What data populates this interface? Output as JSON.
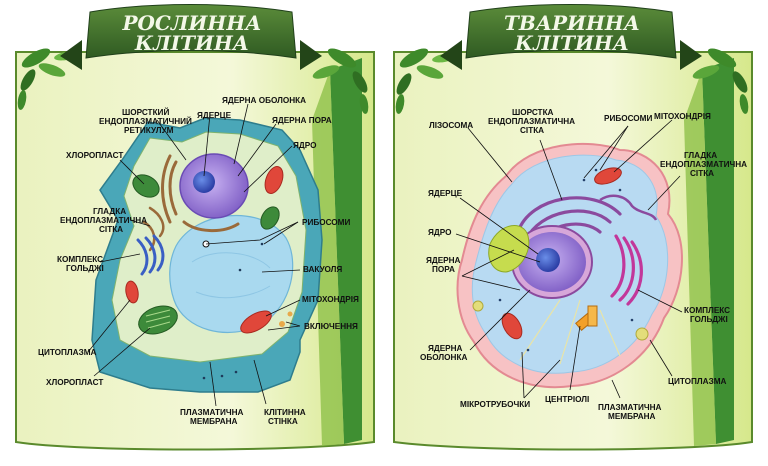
{
  "colors": {
    "board_light": "#f3f7cf",
    "board_mid": "#c9df6e",
    "board_dark_stripe": "#2f7d2a",
    "banner": "#3f6f2c",
    "banner_text": "#f4f8e8",
    "plant_cytoplasm": "#dfeec9",
    "plant_wall": "#4aa7b8",
    "vacuole": "#a9d9ef",
    "nucleus": "#9a7cd8",
    "chloroplast": "#3d8a3a",
    "mitochondria": "#e0473a",
    "animal_cytoplasm": "#b8daf2",
    "animal_membrane": "#f2a0a6",
    "er": "#8b4a9e",
    "golgi": "#c2379a"
  },
  "plant": {
    "title_line1": "РОСЛИННА",
    "title_line2": "КЛІТИНА",
    "labels": {
      "rough_er_1": "ШОРСТКИЙ",
      "rough_er_2": "ЕНДОПЛАЗМАТИЧНИЙ",
      "rough_er_3": "РЕТИКУЛУМ",
      "nucleolus": "ЯДЕРЦЕ",
      "nuclear_envelope": "ЯДЕРНА ОБОЛОНКА",
      "nuclear_pore": "ЯДЕРНА ПОРА",
      "nucleus": "ЯДРО",
      "chloroplast_top": "ХЛОРОПЛАСТ",
      "smooth_er_1": "ГЛАДКА",
      "smooth_er_2": "ЕНДОПЛАЗМАТИЧНА",
      "smooth_er_3": "СІТКА",
      "ribosomes": "РИБОСОМИ",
      "golgi_1": "КОМПЛЕКС",
      "golgi_2": "ГОЛЬДЖІ",
      "vacuole": "ВАКУОЛЯ",
      "mitochondria": "МІТОХОНДРІЯ",
      "inclusions": "ВКЛЮЧЕННЯ",
      "cytoplasm": "ЦИТОПЛАЗМА",
      "chloroplast_bottom": "ХЛОРОПЛАСТ",
      "plasma_membrane_1": "ПЛАЗМАТИЧНА",
      "plasma_membrane_2": "МЕМБРАНА",
      "cell_wall_1": "КЛІТИННА",
      "cell_wall_2": "СТІНКА"
    }
  },
  "animal": {
    "title_line1": "ТВАРИННА",
    "title_line2": "КЛІТИНА",
    "labels": {
      "rough_er_1": "ШОРСТКА",
      "rough_er_2": "ЕНДОПЛАЗМАТИЧНА",
      "rough_er_3": "СІТКА",
      "lysosome": "ЛІЗОСОМА",
      "ribosomes": "РИБОСОМИ",
      "mitochondria": "МІТОХОНДРІЯ",
      "smooth_er_1": "ГЛАДКА",
      "smooth_er_2": "ЕНДОПЛАЗМАТИЧНА",
      "smooth_er_3": "СІТКА",
      "nucleolus": "ЯДЕРЦЕ",
      "nucleus": "ЯДРО",
      "nuclear_pore_1": "ЯДЕРНА",
      "nuclear_pore_2": "ПОРА",
      "golgi_1": "КОМПЛЕКС",
      "golgi_2": "ГОЛЬДЖІ",
      "nuclear_envelope_1": "ЯДЕРНА",
      "nuclear_envelope_2": "ОБОЛОНКА",
      "cytoplasm": "ЦИТОПЛАЗМА",
      "centrioles": "ЦЕНТРІОЛІ",
      "microtubules": "МІКРОТРУБОЧКИ",
      "plasma_membrane_1": "ПЛАЗМАТИЧНА",
      "plasma_membrane_2": "МЕМБРАНА"
    }
  }
}
